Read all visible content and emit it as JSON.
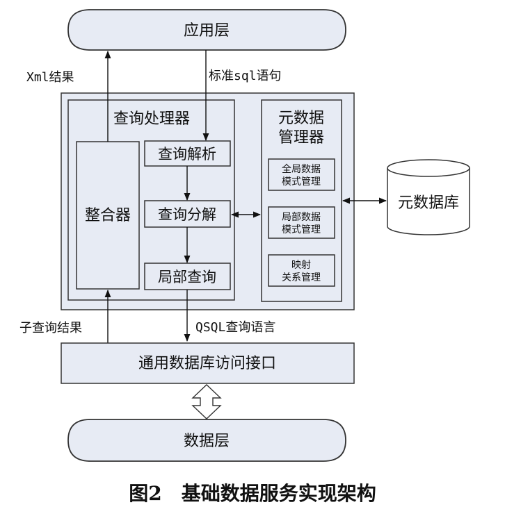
{
  "application_layer": "应用层",
  "xml_result": "Xml结果",
  "standard_sql": "标准sql语句",
  "query_processor": {
    "title": "查询处理器",
    "integrator": "整合器",
    "parse": "查询解析",
    "decompose": "查询分解",
    "local_query": "局部查询"
  },
  "metadata_manager": {
    "title_line1": "元数据",
    "title_line2": "管理器",
    "global_schema": [
      "全局数据",
      "模式管理"
    ],
    "local_schema": [
      "局部数据",
      "模式管理"
    ],
    "mapping": [
      "映射",
      "关系管理"
    ]
  },
  "metadata_db": "元数据库",
  "sub_query_result": "子查询结果",
  "qsql_lang": "QSQL查询语言",
  "db_interface": "通用数据库访问接口",
  "data_layer": "数据层",
  "figure_caption": "图2　基础数据服务实现架构",
  "colors": {
    "fill": "#e7ebf4",
    "stroke": "#333333"
  }
}
